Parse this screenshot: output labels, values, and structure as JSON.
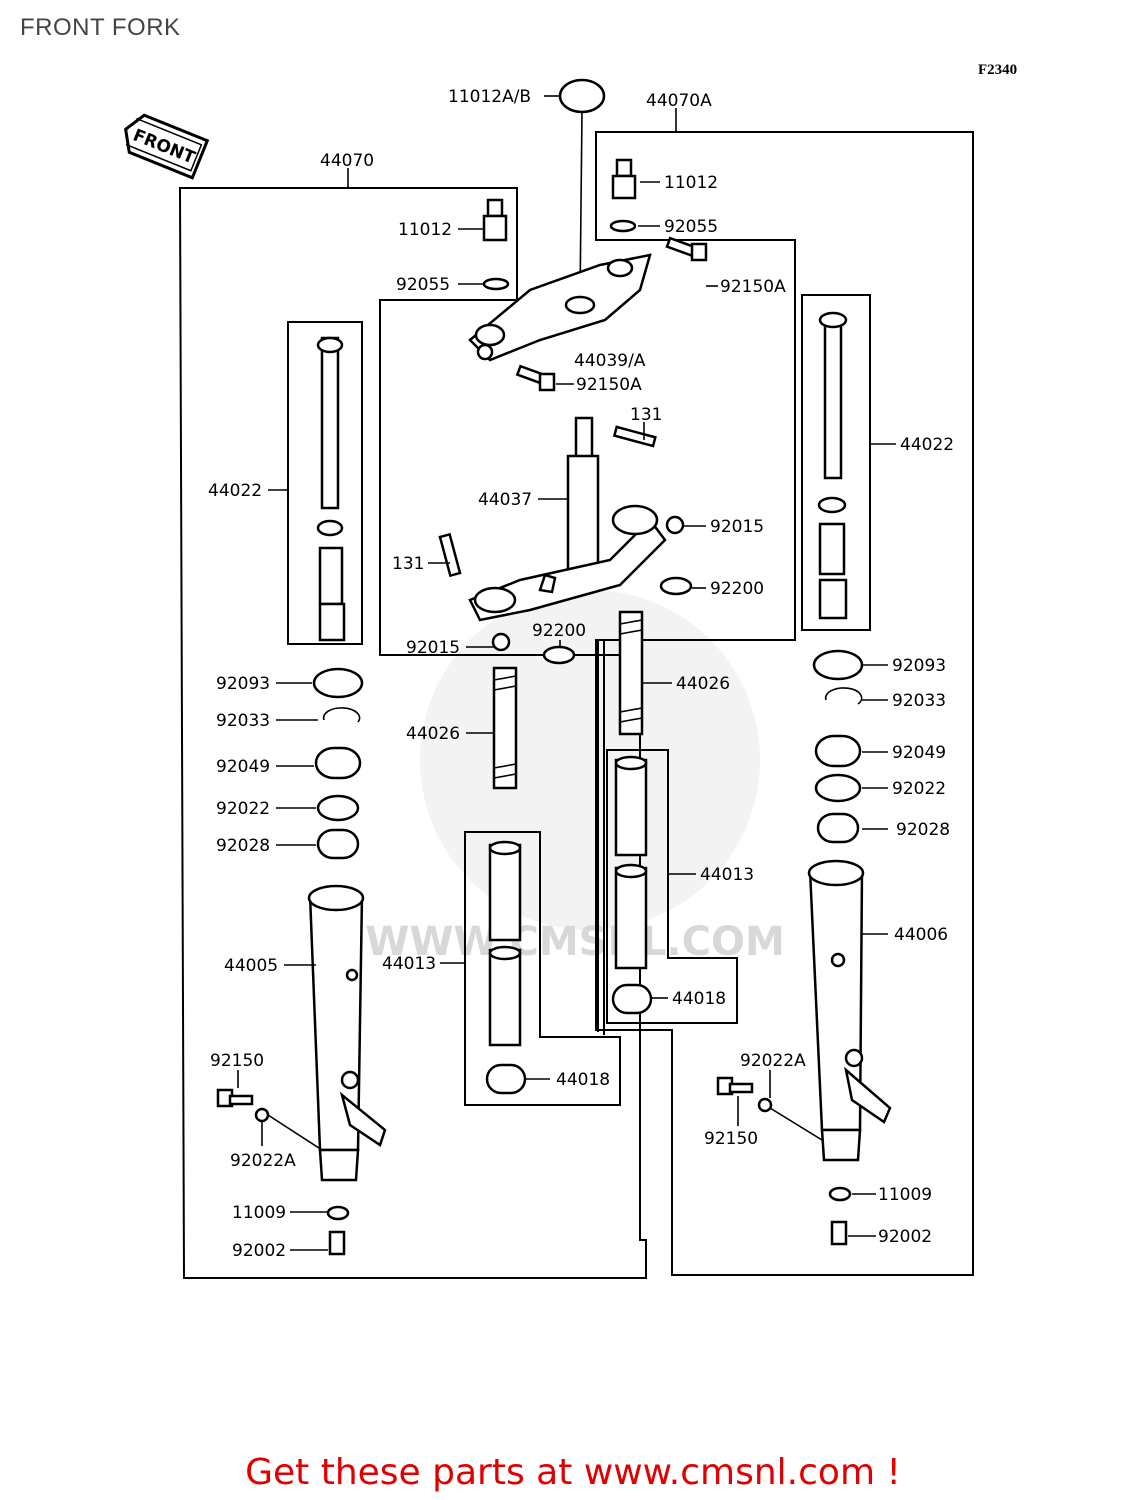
{
  "title": "FRONT FORK",
  "figure_code": "F2340",
  "front_marker": "FRONT",
  "watermark": "WWW.CMSNL.COM",
  "promo_text": "Get these parts at www.cmsnl.com !",
  "labels": {
    "l11012ab": "11012A/B",
    "l44070a": "44070A",
    "l44070": "44070",
    "l11012_left": "11012",
    "l11012_right": "11012",
    "l92055_left": "92055",
    "l92055_right": "92055",
    "l92150a_top": "92150A",
    "l44039a": "44039/A",
    "l92150a_mid": "92150A",
    "l131_top": "131",
    "l44022_left": "44022",
    "l44022_right": "44022",
    "l44037": "44037",
    "l92015_right": "92015",
    "l131_left": "131",
    "l92200_right": "92200",
    "l92015_left": "92015",
    "l92200_left": "92200",
    "l92093_left": "92093",
    "l92093_right": "92093",
    "l44026_right": "44026",
    "l92033_left": "92033",
    "l92033_right": "92033",
    "l44026_left": "44026",
    "l92049_left": "92049",
    "l92049_right": "92049",
    "l92022_left": "92022",
    "l92022_right": "92022",
    "l92028_left": "92028",
    "l92028_right": "92028",
    "l44013_right": "44013",
    "l44006": "44006",
    "l44005": "44005",
    "l44013_left": "44013",
    "l44018_right": "44018",
    "l92150_left": "92150",
    "l92022a_right": "92022A",
    "l44018_left": "44018",
    "l92150_right": "92150",
    "l92022a_left": "92022A",
    "l11009_right": "11009",
    "l11009_left": "11009",
    "l92002_right": "92002",
    "l92002_left": "92002"
  }
}
